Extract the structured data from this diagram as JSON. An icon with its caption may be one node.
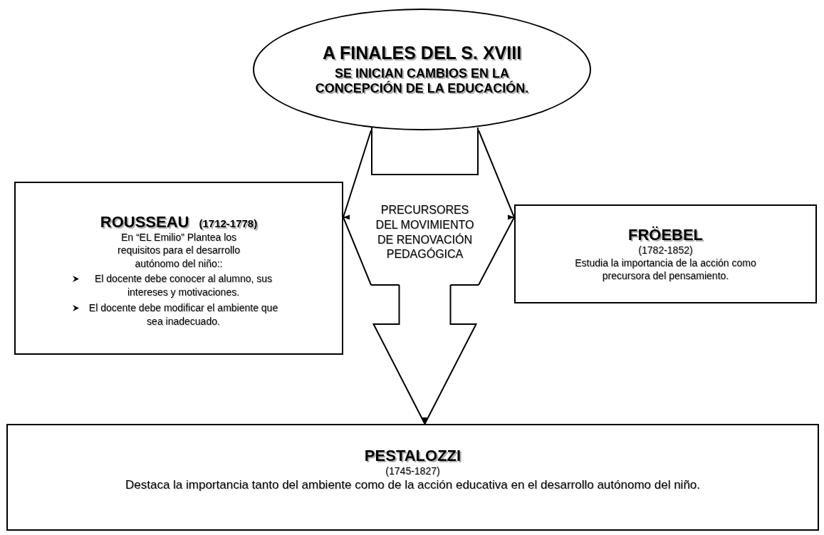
{
  "diagram": {
    "nodes": [
      {
        "text": [
          "A FINALES DEL S. XVIII",
          "SE INICIAN CAMBIOS EN LA CONCEPCIÓN DE LA EDUCACIÓN."
        ]
      },
      {
        "text": [
          "PRECURSORES DEL MOVIMIENTO DE RENOVACIÓN PEDAGÓGICA"
        ]
      },
      {
        "text": [
          "ROUSSEAU",
          "(1712-1778)",
          "En “EL Emilio” Plantea los requisitos para el desarrollo autónomo del niño::",
          "El docente debe conocer al alumno, sus intereses y motivaciones.",
          "El docente debe modificar el ambiente que sea inadecuado."
        ]
      },
      {
        "text": [
          "FRÖEBEL",
          "(1782-1852)",
          "Estudia la importancia de la acción como precursora del pensamiento."
        ]
      },
      {
        "text": [
          "PESTALOZZI",
          "(1745-1827)",
          "Destaca la importancia tanto del ambiente como de la acción educativa en el desarrollo autónomo del niño."
        ]
      }
    ],
    "edges": [
      {
        "from": 1,
        "to": 2,
        "arrow": "to"
      },
      {
        "from": 1,
        "to": 3,
        "arrow": "to"
      },
      {
        "from": 1,
        "to": 4,
        "arrow": "to"
      }
    ]
  }
}
